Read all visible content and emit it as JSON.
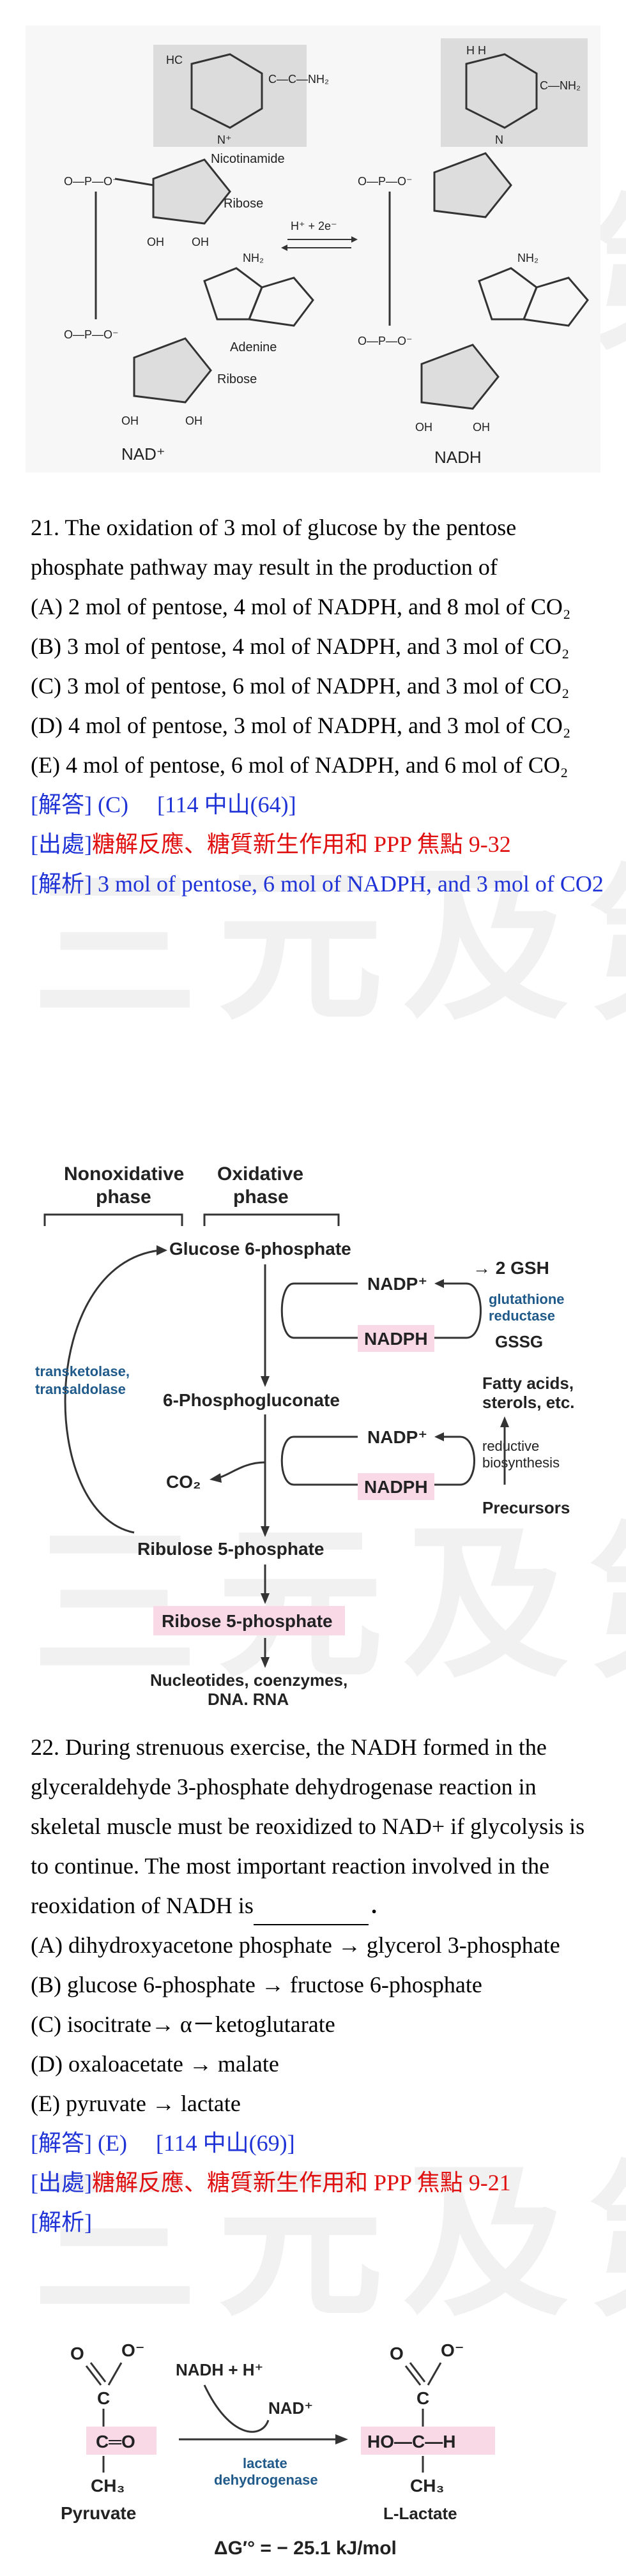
{
  "watermark": "三元及第",
  "fig1": {
    "nicotinamide": "Nicotinamide",
    "ribose": "Ribose",
    "adenine": "Adenine",
    "ribose2": "Ribose",
    "reaction": "H⁺ + 2e⁻",
    "nad_label": "NAD⁺",
    "nadh_label": "NADH"
  },
  "q21": {
    "stem": "21. The oxidation of 3 mol of glucose by the pentose phosphate pathway may result in the production of",
    "options": [
      "(A) 2 mol of pentose, 4 mol of NADPH, and 8 mol of CO₂",
      "(B) 3 mol of pentose, 4 mol of NADPH, and 3 mol of CO₂",
      "(C) 3 mol of pentose, 6 mol of NADPH, and 3 mol of CO₂",
      "(D) 4 mol of pentose, 3 mol of NADPH, and 3 mol of CO₂",
      "(E) 4 mol of pentose, 6 mol of NADPH, and 6 mol of CO₂"
    ],
    "answer_tag": "[解答]",
    "answer": "(C)",
    "source_ref": "[114 中山(64)]",
    "origin_tag": "[出處]",
    "origin_text": "糖解反應、糖質新生作用和 PPP",
    "origin_point": "焦點 9-32",
    "analysis_tag": "[解析]",
    "analysis": "3 mol of pentose, 6 mol of NADPH, and 3 mol of CO2"
  },
  "fig2": {
    "nonoxidative_phase": "Nonoxidative phase",
    "oxidative_phase": "Oxidative phase",
    "glucose6p": "Glucose 6-phosphate",
    "nadp1": "NADP⁺",
    "nadph1": "NADPH",
    "gsh": "→ 2 GSH",
    "glutathione_reductase": "glutathione reductase",
    "gssg": "GSSG",
    "enzymes_left": "transketolase, transaldolase",
    "phosphogluconate": "6-Phosphogluconate",
    "nadp2": "NADP⁺",
    "nadph2": "NADPH",
    "fatty_acids": "Fatty acids, sterols, etc.",
    "reductive": "reductive biosynthesis",
    "co2": "CO₂",
    "precursors": "Precursors",
    "ribulose5p": "Ribulose 5-phosphate",
    "ribose5p": "Ribose 5-phosphate",
    "products": "Nucleotides, coenzymes, DNA, RNA"
  },
  "q22": {
    "stem_before": "22. During strenuous exercise, the NADH formed in the glyceraldehyde 3-phosphate dehydrogenase reaction in skeletal muscle must be reoxidized to NAD+ if glycolysis is to continue. The most important reaction involved in the reoxidation of NADH is",
    "stem_after": "．",
    "options": [
      "(A) dihydroxyacetone phosphate → glycerol 3-phosphate",
      "(B) glucose 6-phosphate → fructose 6-phosphate",
      "(C) isocitrate→ α－ketoglutarate",
      "(D) oxaloacetate → malate",
      "(E) pyruvate → lactate"
    ],
    "answer_tag": "[解答]",
    "answer": "(E)",
    "source_ref": "[114 中山(69)]",
    "origin_tag": "[出處]",
    "origin_text": "糖解反應、糖質新生作用和 PPP",
    "origin_point": "焦點 9-21",
    "analysis_tag": "[解析]"
  },
  "fig3": {
    "nadh_h": "NADH + H⁺",
    "nad": "NAD⁺",
    "enzyme": "lactate dehydrogenase",
    "pyruvate": "Pyruvate",
    "lactate": "L-Lactate",
    "ch3": "CH₃",
    "delta_g": "ΔG′° = − 25.1 kJ/mol"
  }
}
